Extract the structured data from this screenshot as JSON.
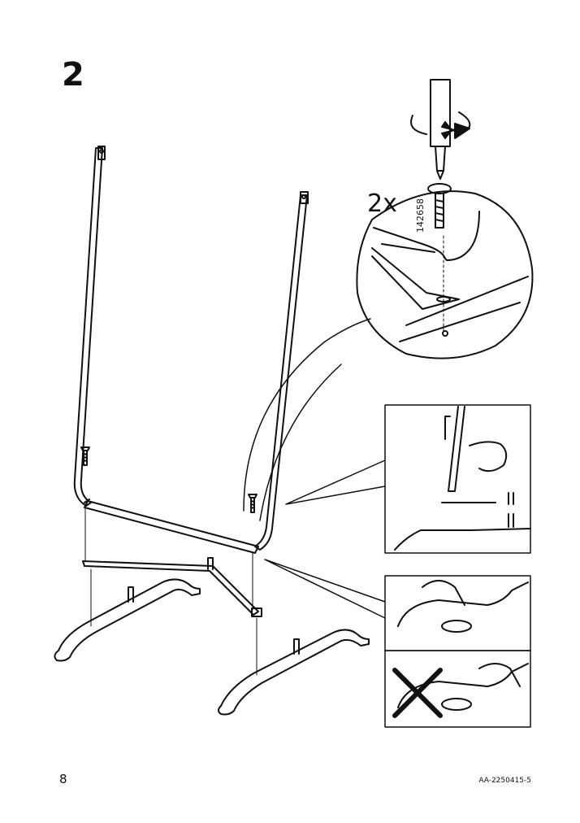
{
  "step": {
    "number": "2"
  },
  "fastener": {
    "quantity": "2x",
    "part_number": "142658"
  },
  "footer": {
    "page_number": "8",
    "document_code": "AA-2250415-5"
  }
}
